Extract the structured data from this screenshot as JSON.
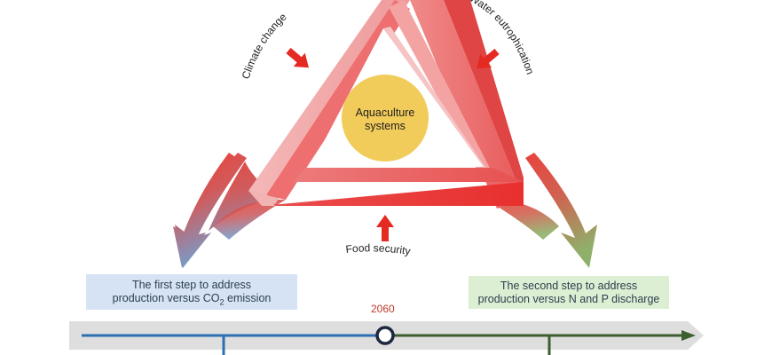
{
  "center": {
    "line1": "Aquaculture",
    "line2": "systems"
  },
  "pressures": {
    "left": "Climate change",
    "right": "Water eutrophication",
    "bottom": "Food security"
  },
  "steps": {
    "first": {
      "line1": "The first step to address",
      "line2_pre": "production versus CO",
      "line2_sub": "2",
      "line2_post": " emission",
      "color": "#d6e3f5"
    },
    "second": {
      "line1": "The second step to address",
      "line2": "production versus N and P discharge",
      "color": "#dcefd3"
    }
  },
  "timeline": {
    "milestone_year": "2060",
    "colors": {
      "before": "#2c6fb3",
      "after": "#3d5e2e",
      "milestone": "#1c2742",
      "band": "#dedede"
    }
  },
  "colors": {
    "triangle": "#e84a4a",
    "circle": "#f2cc5a",
    "arrow_red": "#e52a22",
    "arrow_blue": "#6fa2d4",
    "arrow_green": "#8fb06a"
  }
}
